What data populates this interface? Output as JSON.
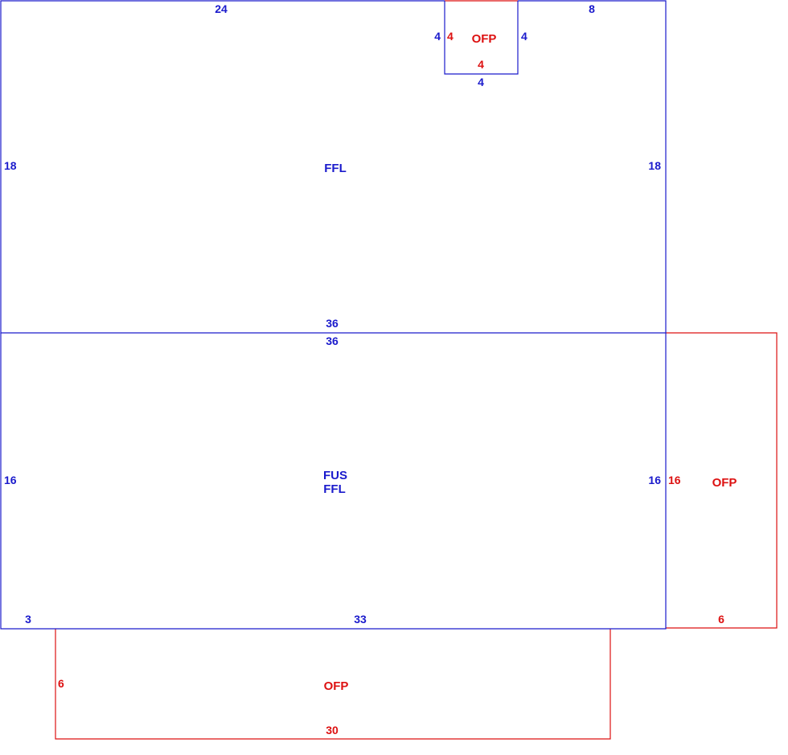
{
  "colors": {
    "main": "#1a1acc",
    "porch": "#dd1111",
    "background": "#ffffff"
  },
  "upper_section": {
    "label": "FFL",
    "dims": {
      "top_left": "24",
      "top_right": "8",
      "left": "18",
      "right": "18",
      "bottom": "36"
    }
  },
  "lower_section": {
    "label_line1": "FUS",
    "label_line2": "FFL",
    "dims": {
      "top": "36",
      "left": "16",
      "right": "16",
      "bottom_left": "3",
      "bottom": "33"
    }
  },
  "notch": {
    "label": "OFP",
    "dims": {
      "left_blue": "4",
      "left_red": "4",
      "right": "4",
      "bottom_red": "4",
      "bottom_blue": "4"
    }
  },
  "right_porch": {
    "label": "OFP",
    "dims": {
      "left": "16",
      "bottom": "6"
    }
  },
  "bottom_porch": {
    "label": "OFP",
    "dims": {
      "left": "6",
      "bottom": "30"
    }
  }
}
